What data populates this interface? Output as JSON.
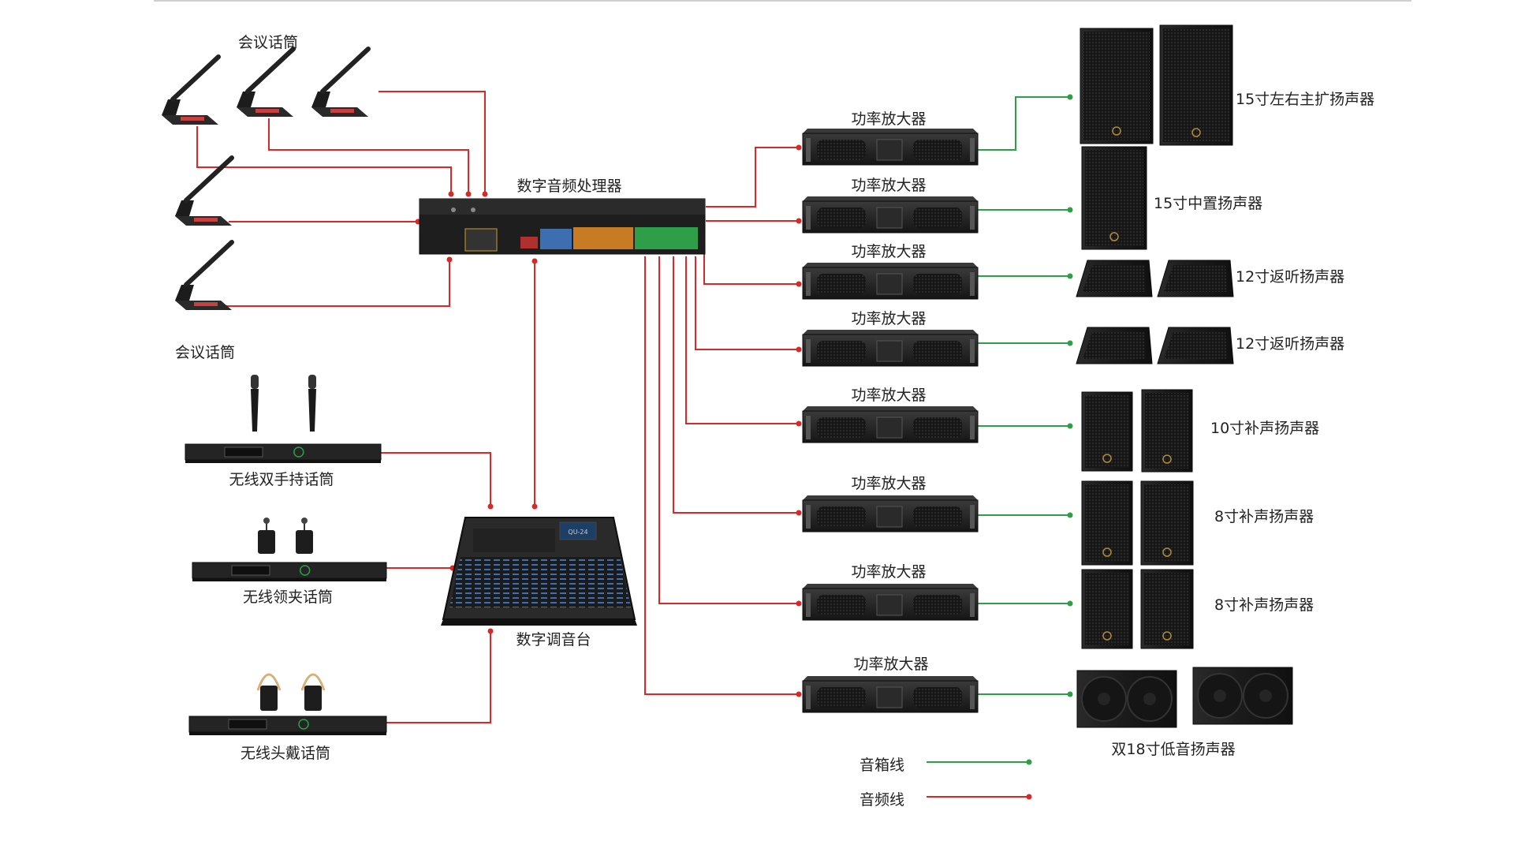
{
  "colors": {
    "speaker_line": "#2e9e48",
    "audio_line": "#d62a2a",
    "device_dark": "#1c1c1c",
    "device_mid": "#2d2d2d",
    "device_light": "#4a4a4a"
  },
  "labels": {
    "conf_mic_top": "会议话筒",
    "conf_mic_bottom": "会议话筒",
    "dsp": "数字音频处理器",
    "mixer": "数字调音台",
    "mixer_screen": "QU-24",
    "wireless_handheld": "无线双手持话筒",
    "wireless_lavalier": "无线领夹话筒",
    "wireless_headset": "无线头戴话筒"
  },
  "amplifiers": [
    {
      "label": "功率放大器"
    },
    {
      "label": "功率放大器"
    },
    {
      "label": "功率放大器"
    },
    {
      "label": "功率放大器"
    },
    {
      "label": "功率放大器"
    },
    {
      "label": "功率放大器"
    },
    {
      "label": "功率放大器"
    },
    {
      "label": "功率放大器"
    }
  ],
  "speakers": [
    {
      "label": "15寸左右主扩扬声器",
      "icon": "main-speaker-icon"
    },
    {
      "label": "15寸中置扬声器",
      "icon": "center-speaker-icon"
    },
    {
      "label": "12寸返听扬声器",
      "icon": "monitor-speaker-icon"
    },
    {
      "label": "12寸返听扬声器",
      "icon": "monitor-speaker-icon"
    },
    {
      "label": "10寸补声扬声器",
      "icon": "fill-speaker-icon"
    },
    {
      "label": "8寸补声扬声器",
      "icon": "fill-speaker-icon"
    },
    {
      "label": "8寸补声扬声器",
      "icon": "fill-speaker-icon"
    },
    {
      "label": "双18寸低音扬声器",
      "icon": "subwoofer-icon"
    }
  ],
  "legend": {
    "speaker_line": "音箱线",
    "audio_line": "音频线"
  }
}
